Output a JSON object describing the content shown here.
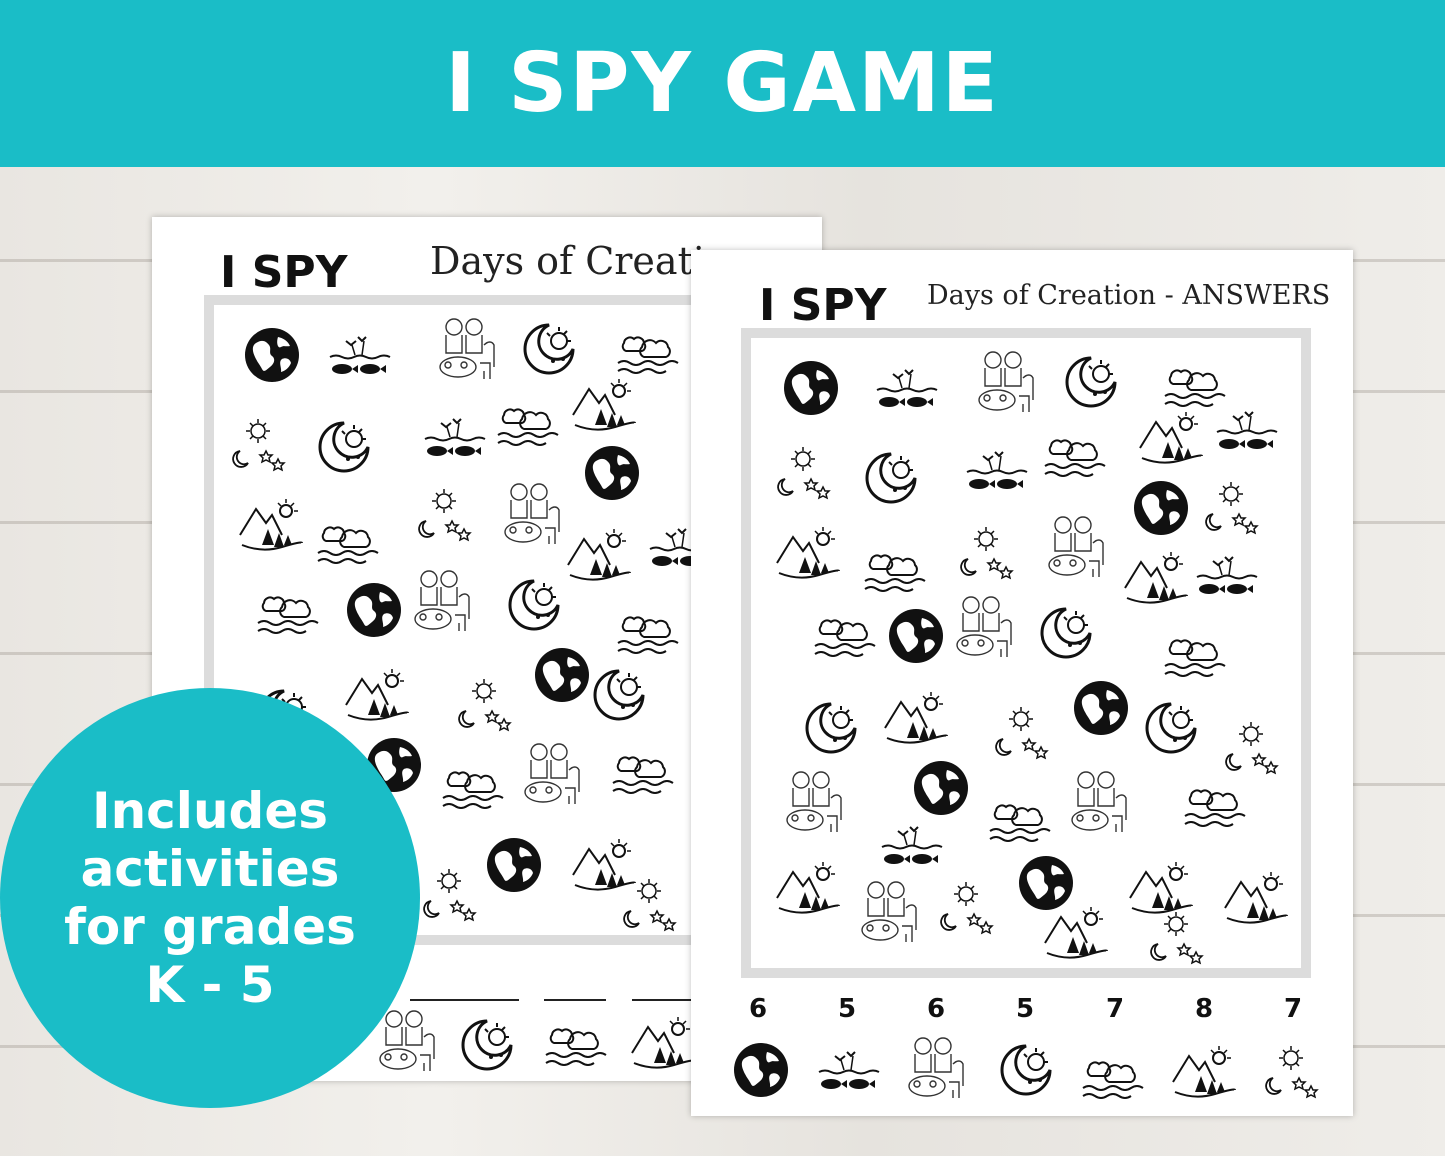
{
  "banner": {
    "title": "I SPY GAME"
  },
  "left_sheet": {
    "heading": "I SPY",
    "subtitle": "Days of Creati"
  },
  "right_sheet": {
    "heading": "I SPY",
    "subtitle": "Days of Creation - ANSWERS",
    "answers": [
      {
        "count": "6",
        "icon": "earth-icon"
      },
      {
        "count": "5",
        "icon": "birds-fish-icon"
      },
      {
        "count": "6",
        "icon": "people-animals-icon"
      },
      {
        "count": "5",
        "icon": "moon-sun-icon"
      },
      {
        "count": "7",
        "icon": "clouds-waves-icon"
      },
      {
        "count": "8",
        "icon": "land-plants-icon"
      },
      {
        "count": "7",
        "icon": "sun-moon-stars-icon"
      }
    ]
  },
  "badge": {
    "lines": [
      "Includes",
      "activities",
      "for grades",
      "K - 5"
    ]
  },
  "colors": {
    "accent": "#1abdc7",
    "frame": "#dcdcdc"
  }
}
